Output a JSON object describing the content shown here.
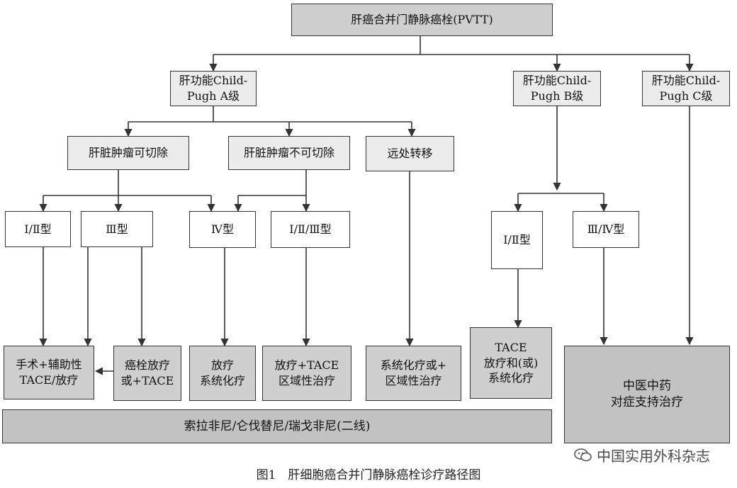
{
  "nodes": {
    "root": "肝癌合并门静脉癌栓(PVTT)",
    "child_a": "肝功能Child-\nPugh A级",
    "child_b": "肝功能Child-\nPugh B级",
    "child_c": "肝功能Child-\nPugh C级",
    "resectable": "肝脏肿瘤可切除",
    "unresectable": "肝脏肿瘤不可切除",
    "distant": "远处转移",
    "a_type_1_2": "Ⅰ/Ⅱ型",
    "a_type_3": "Ⅲ型",
    "u_type_4": "Ⅳ型",
    "u_type_1_3": "Ⅰ/Ⅱ/Ⅲ型",
    "b_type_1_2": "Ⅰ/Ⅱ型",
    "b_type_3_4": "Ⅲ/Ⅳ型",
    "t_surgery": "手术+辅助性\nTACE/放疗",
    "t_thrombus_rt": "癌栓放疗\n或+TACE",
    "t_rt_chemo": "放疗\n系统化疗",
    "t_rt_tace": "放疗+TACE\n区域性治疗",
    "t_sys_chemo": "系统化疗或+\n区域性治疗",
    "t_b_tace": "TACE\n放疗和(或)\n系统化疗",
    "t_tcm": "中医中药\n对症支持治疗",
    "t_second_line": "索拉非尼/仑伐替尼/瑞戈非尼(二线)"
  },
  "caption": "图1　肝细胞癌合并门静脉癌栓诊疗路径图",
  "watermark": "中国实用外科杂志",
  "icons": {
    "watermark_icon": "wechat-icon"
  },
  "colors": {
    "box_border": "#333333",
    "fill_light": "#ececec",
    "fill_mid": "#cfcfcf",
    "fill_dark": "#c2c2c2",
    "line": "#333333"
  }
}
